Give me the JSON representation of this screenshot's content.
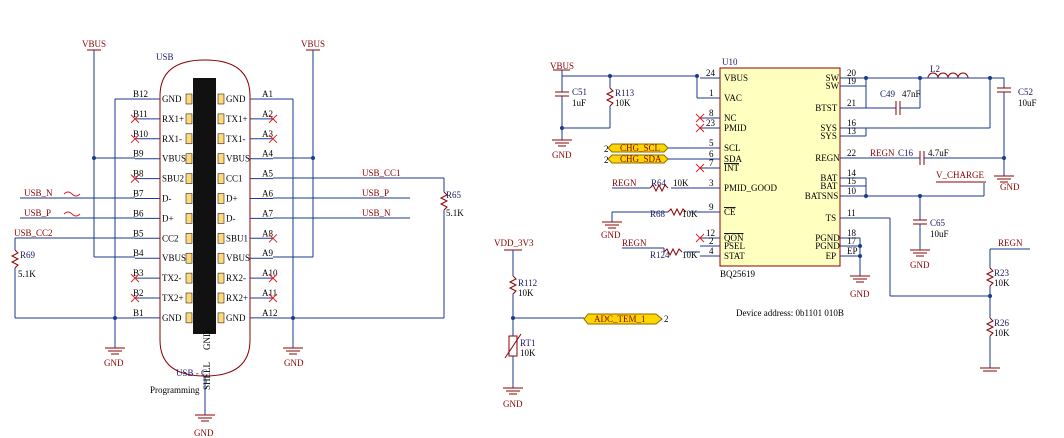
{
  "usb": {
    "ref": "USB",
    "name": "USB - C",
    "subtitle": "Programming",
    "shell": "SHELL",
    "gnd_inner": "GND",
    "left_pins": [
      {
        "pin": "B12",
        "name": "GND"
      },
      {
        "pin": "B11",
        "name": "RX1+"
      },
      {
        "pin": "B10",
        "name": "RX1-"
      },
      {
        "pin": "B9",
        "name": "VBUS"
      },
      {
        "pin": "B8",
        "name": "SBU2"
      },
      {
        "pin": "B7",
        "name": "D-"
      },
      {
        "pin": "B6",
        "name": "D+"
      },
      {
        "pin": "B5",
        "name": "CC2"
      },
      {
        "pin": "B4",
        "name": "VBUS"
      },
      {
        "pin": "B3",
        "name": "TX2-"
      },
      {
        "pin": "B2",
        "name": "TX2+"
      },
      {
        "pin": "B1",
        "name": "GND"
      }
    ],
    "right_pins": [
      {
        "pin": "A1",
        "name": "GND"
      },
      {
        "pin": "A2",
        "name": "TX1+"
      },
      {
        "pin": "A3",
        "name": "TX1-"
      },
      {
        "pin": "A4",
        "name": "VBUS"
      },
      {
        "pin": "A5",
        "name": "CC1"
      },
      {
        "pin": "A6",
        "name": "D+"
      },
      {
        "pin": "A7",
        "name": "D-"
      },
      {
        "pin": "A8",
        "name": "SBU1"
      },
      {
        "pin": "A9",
        "name": "VBUS"
      },
      {
        "pin": "A10",
        "name": "RX2-"
      },
      {
        "pin": "A11",
        "name": "RX2+"
      },
      {
        "pin": "A12",
        "name": "GND"
      }
    ]
  },
  "nets": {
    "vbus": "VBUS",
    "gnd": "GND",
    "usb_n": "USB_N",
    "usb_p": "USB_P",
    "usb_cc2": "USB_CC2",
    "usb_cc1": "USB_CC1",
    "regn": "REGN",
    "vdd": "VDD_3V3",
    "v_charge": "V_CHARGE"
  },
  "ports": {
    "chg_scl": {
      "label": "CHG_SCL",
      "sheet": "2"
    },
    "chg_sda": {
      "label": "CHG_SDA",
      "sheet": "2"
    },
    "adc_tem": {
      "label": "ADC_TEM_1",
      "sheet": "2"
    }
  },
  "parts": {
    "r65": {
      "ref": "R65",
      "val": "5.1K"
    },
    "r69": {
      "ref": "R69",
      "val": "5.1K"
    },
    "c51": {
      "ref": "C51",
      "val": "1uF"
    },
    "r113": {
      "ref": "R113",
      "val": "10K"
    },
    "u10": {
      "ref": "U10",
      "val": "BQ25619"
    },
    "c49": {
      "ref": "C49",
      "val": "47nF"
    },
    "l2": {
      "ref": "L2"
    },
    "c52": {
      "ref": "C52",
      "val": "10uF"
    },
    "c16": {
      "ref": "C16",
      "val": "4.7uF"
    },
    "r64": {
      "ref": "R64",
      "val": "10K"
    },
    "r68": {
      "ref": "R68",
      "val": "10K"
    },
    "r124": {
      "ref": "R124",
      "val": "10K"
    },
    "c65": {
      "ref": "C65",
      "val": "10uF"
    },
    "r23": {
      "ref": "R23",
      "val": "10K"
    },
    "r26": {
      "ref": "R26",
      "val": "10K"
    },
    "r112": {
      "ref": "R112",
      "val": "10K"
    },
    "rt1": {
      "ref": "RT1",
      "val": "10K"
    }
  },
  "u10_left_pins": [
    {
      "num": "24",
      "name": "VBUS"
    },
    {
      "num": "1",
      "name": "VAC"
    },
    {
      "num": "8",
      "name": "NC"
    },
    {
      "num": "23",
      "name": "PMID"
    },
    {
      "num": "5",
      "name": "SCL"
    },
    {
      "num": "6",
      "name": "SDA"
    },
    {
      "num": "7",
      "name": "INT"
    },
    {
      "num": "3",
      "name": "PMID_GOOD"
    },
    {
      "num": "9",
      "name": "CE"
    },
    {
      "num": "12",
      "name": "QON"
    },
    {
      "num": "2",
      "name": "PSEL"
    },
    {
      "num": "4",
      "name": "STAT"
    }
  ],
  "u10_right_pins": [
    {
      "num": "20",
      "name": "SW"
    },
    {
      "num": "19",
      "name": "SW"
    },
    {
      "num": "21",
      "name": "BTST"
    },
    {
      "num": "16",
      "name": "SYS"
    },
    {
      "num": "13",
      "name": "SYS"
    },
    {
      "num": "22",
      "name": "REGN"
    },
    {
      "num": "14",
      "name": "BAT"
    },
    {
      "num": "15",
      "name": "BAT"
    },
    {
      "num": "10",
      "name": "BATSNS"
    },
    {
      "num": "11",
      "name": "TS"
    },
    {
      "num": "18",
      "name": "PGND"
    },
    {
      "num": "17",
      "name": "PGND"
    },
    {
      "num": "EP",
      "name": "EP"
    }
  ],
  "device_address": "Device address: 0b1101 010B"
}
